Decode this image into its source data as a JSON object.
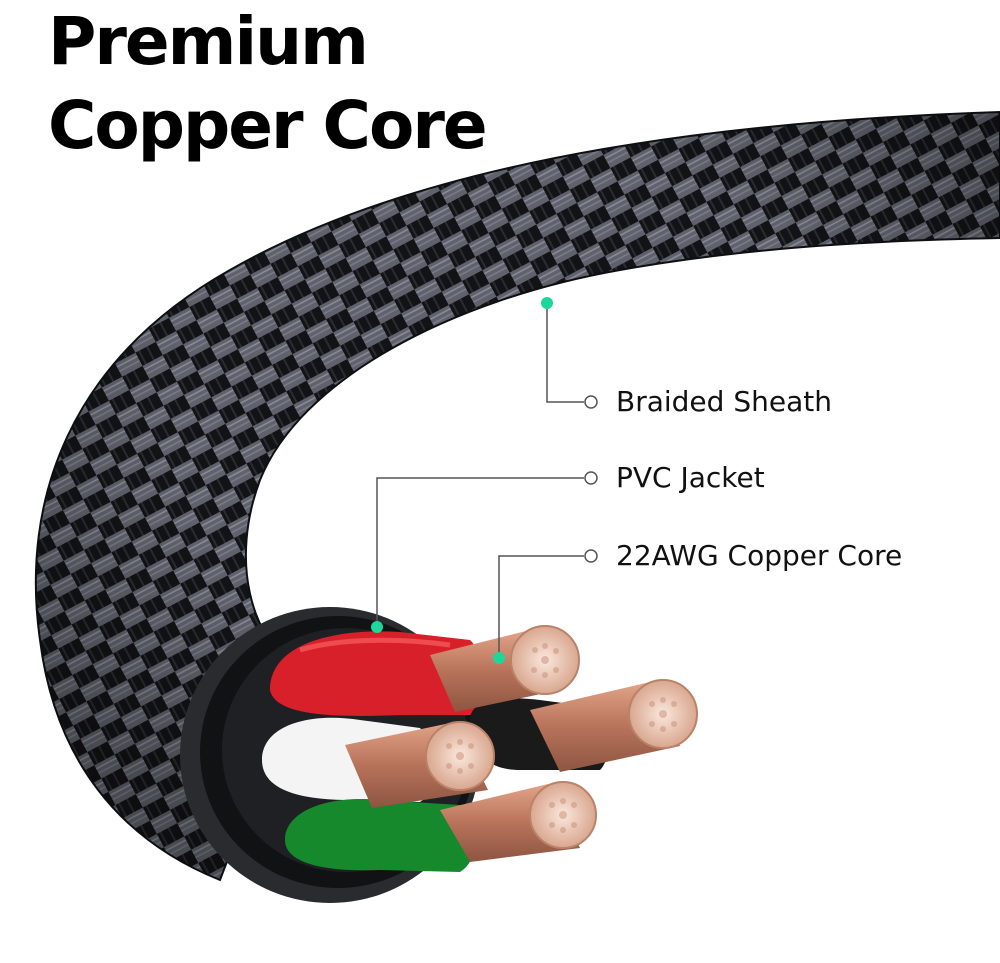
{
  "headline": {
    "line1": "Premium",
    "line2": "Copper Core"
  },
  "callouts": [
    {
      "label": "Braided Sheath"
    },
    {
      "label": "PVC Jacket"
    },
    {
      "label": "22AWG Copper Core"
    }
  ],
  "colors": {
    "accent_dot": "#1ed69a",
    "braid_dark": "#141518",
    "braid_light": "#6c6f7a",
    "copper": "#c9876a",
    "wire_red": "#e0242a",
    "wire_white": "#f2f2f2",
    "wire_green": "#1a8a2e",
    "wire_black": "#1b1b1b"
  }
}
